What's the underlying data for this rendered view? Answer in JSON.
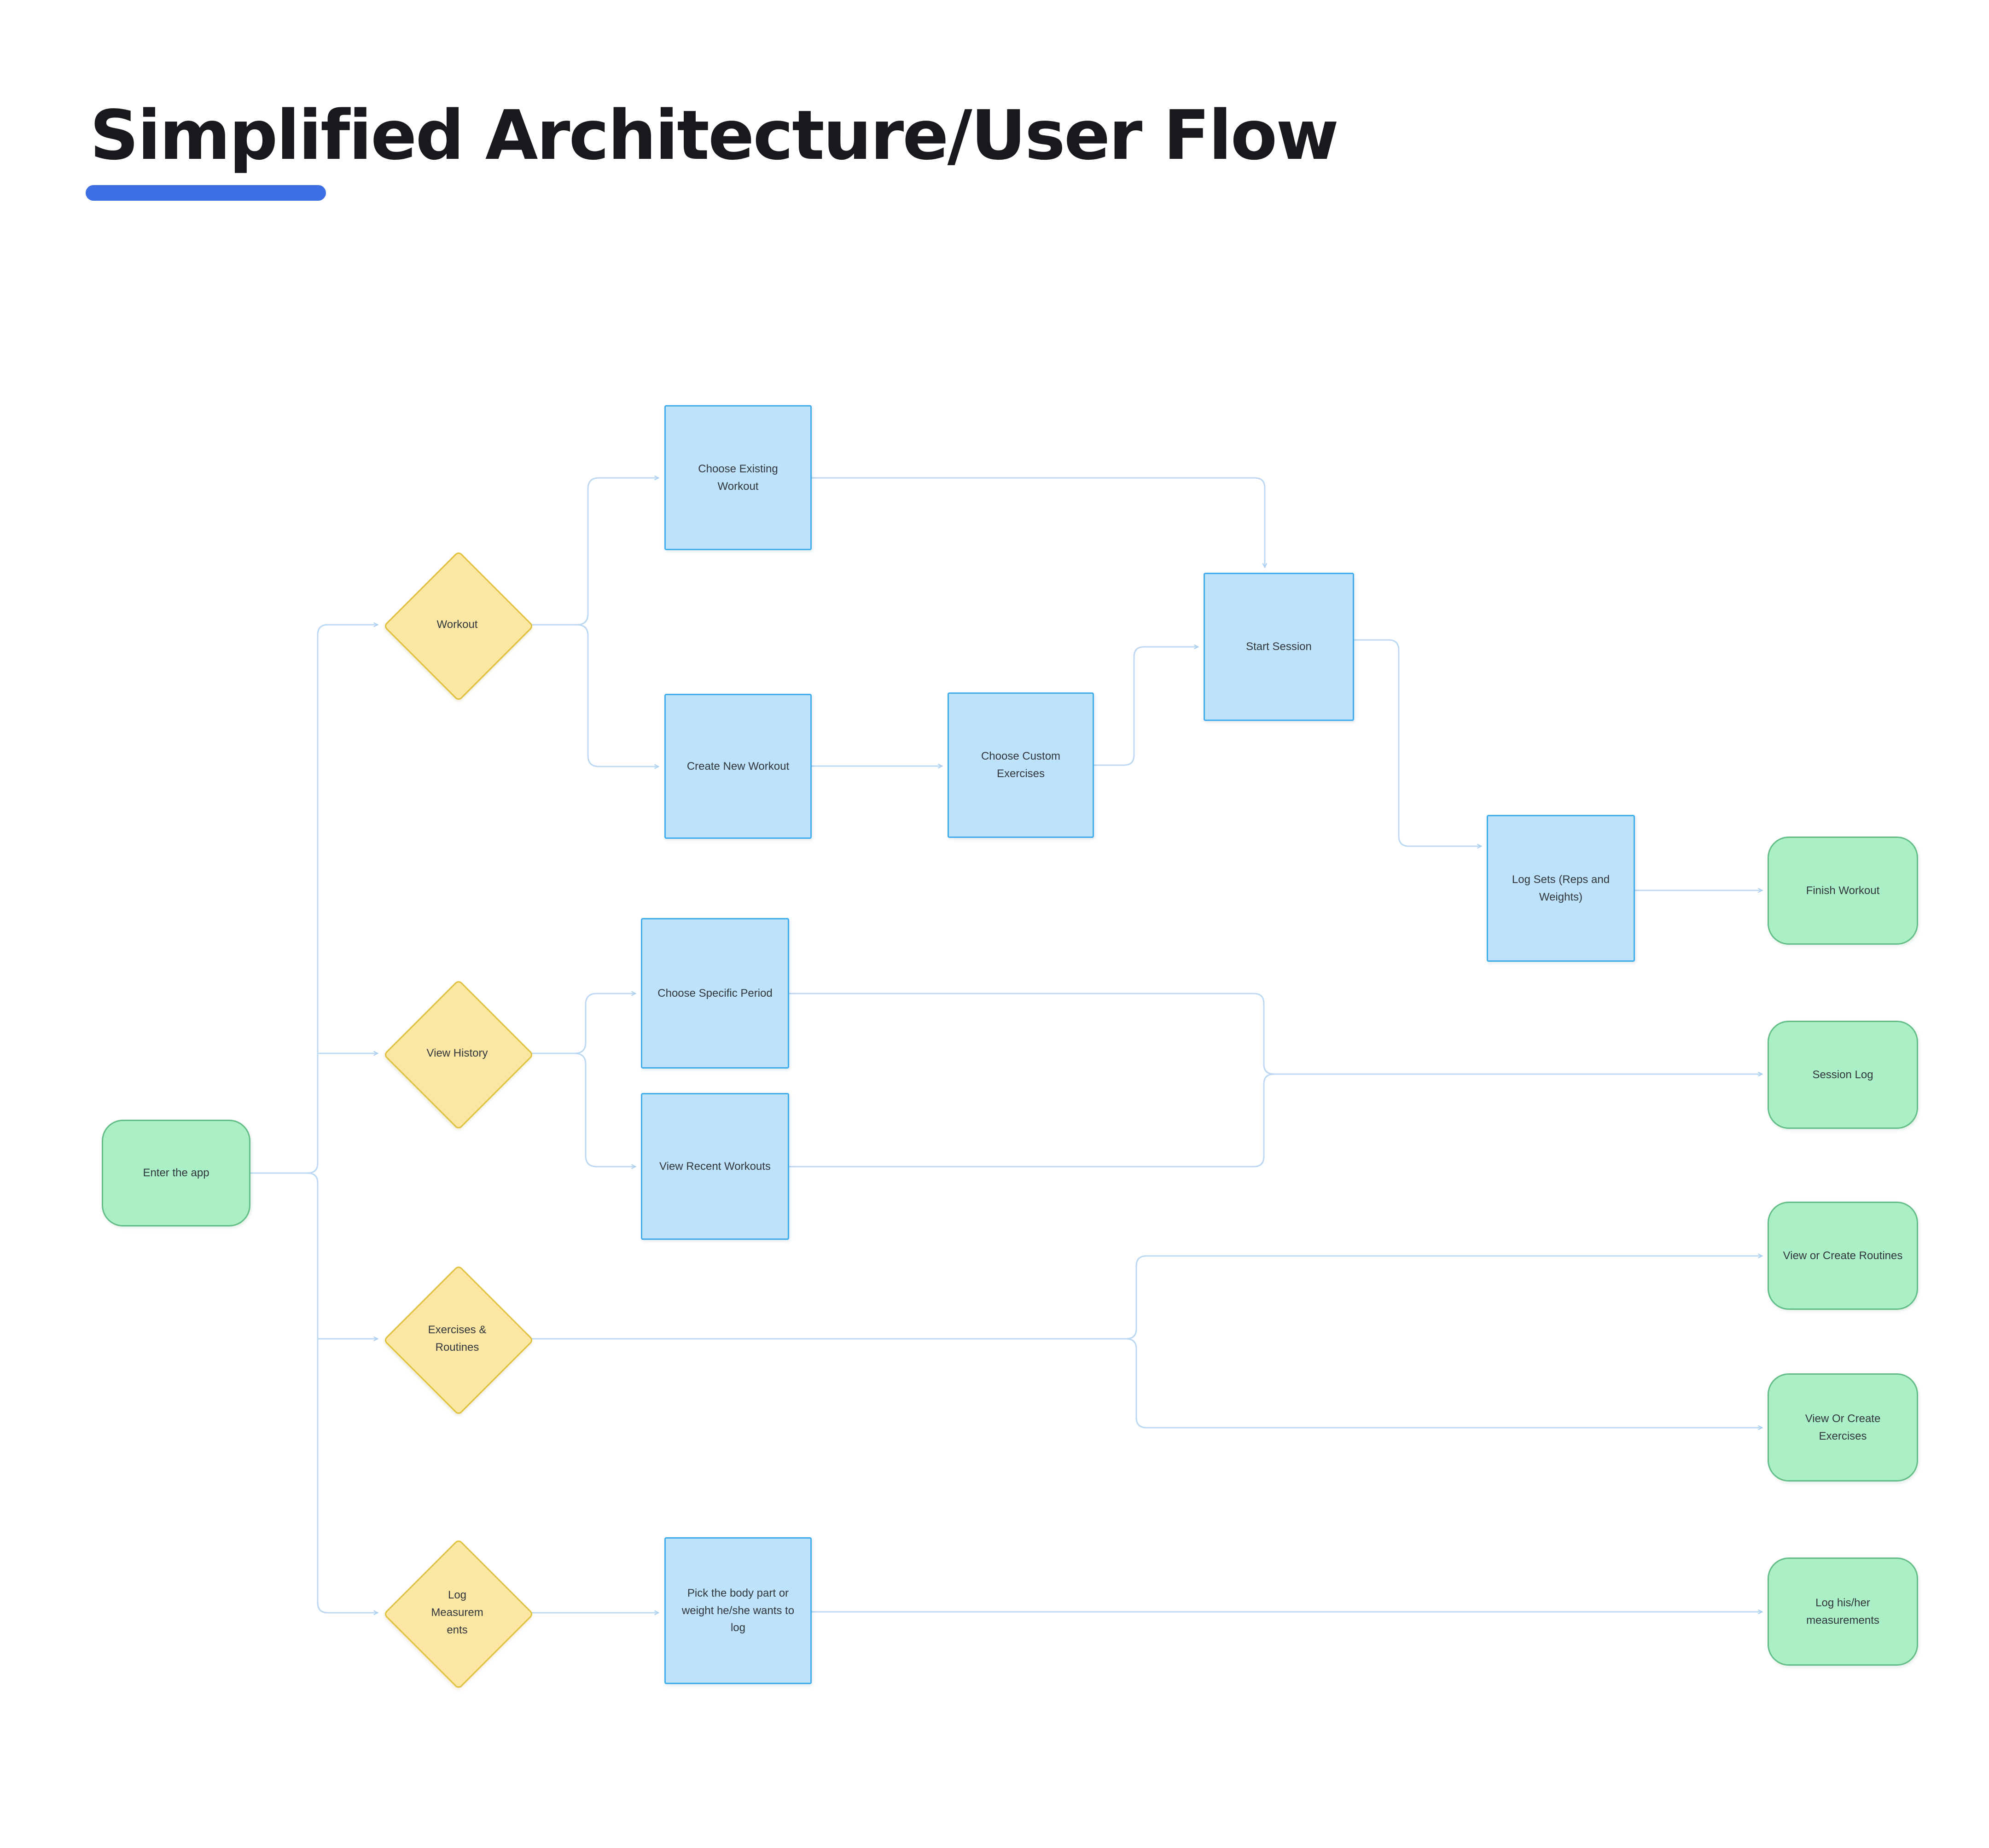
{
  "page": {
    "title": "Simplified Architecture/User Flow"
  },
  "palette": {
    "accent_underline": "#3d6ee3",
    "process_fill": "#bde2fa",
    "process_border": "#3facee",
    "decision_fill": "#fbe7a3",
    "decision_border": "#dfc13c",
    "terminal_fill": "#abefc7",
    "terminal_border": "#63bd86",
    "connector_line": "#bcd8f2",
    "text": "#30363c"
  },
  "nodes": {
    "enter": {
      "label": "Enter the app",
      "type": "terminal"
    },
    "workout": {
      "label": "Workout",
      "type": "decision"
    },
    "view_history": {
      "label": "View History",
      "type": "decision"
    },
    "exercises_routines": {
      "label": "Exercises & Routines",
      "type": "decision"
    },
    "log_measurements": {
      "label": "Log Measurements",
      "type": "decision"
    },
    "choose_existing": {
      "label": "Choose Existing Workout",
      "type": "process"
    },
    "create_new": {
      "label": "Create New Workout",
      "type": "process"
    },
    "choose_custom": {
      "label": "Choose Custom Exercises",
      "type": "process"
    },
    "start_session": {
      "label": "Start Session",
      "type": "process"
    },
    "log_sets": {
      "label": "Log Sets (Reps and Weights)",
      "type": "process"
    },
    "choose_specific": {
      "label": "Choose Specific Period",
      "type": "process"
    },
    "view_recent": {
      "label": "View Recent Workouts",
      "type": "process"
    },
    "pick_body": {
      "label": "Pick the body part or weight he/she wants to log",
      "type": "process"
    },
    "finish_workout": {
      "label": "Finish Workout",
      "type": "terminal"
    },
    "session_log": {
      "label": "Session Log",
      "type": "terminal"
    },
    "view_create_routines": {
      "label": "View or Create Routines",
      "type": "terminal"
    },
    "view_create_exercises": {
      "label": "View Or Create Exercises",
      "type": "terminal"
    },
    "log_his_her": {
      "label": "Log his/her measurements",
      "type": "terminal"
    }
  }
}
